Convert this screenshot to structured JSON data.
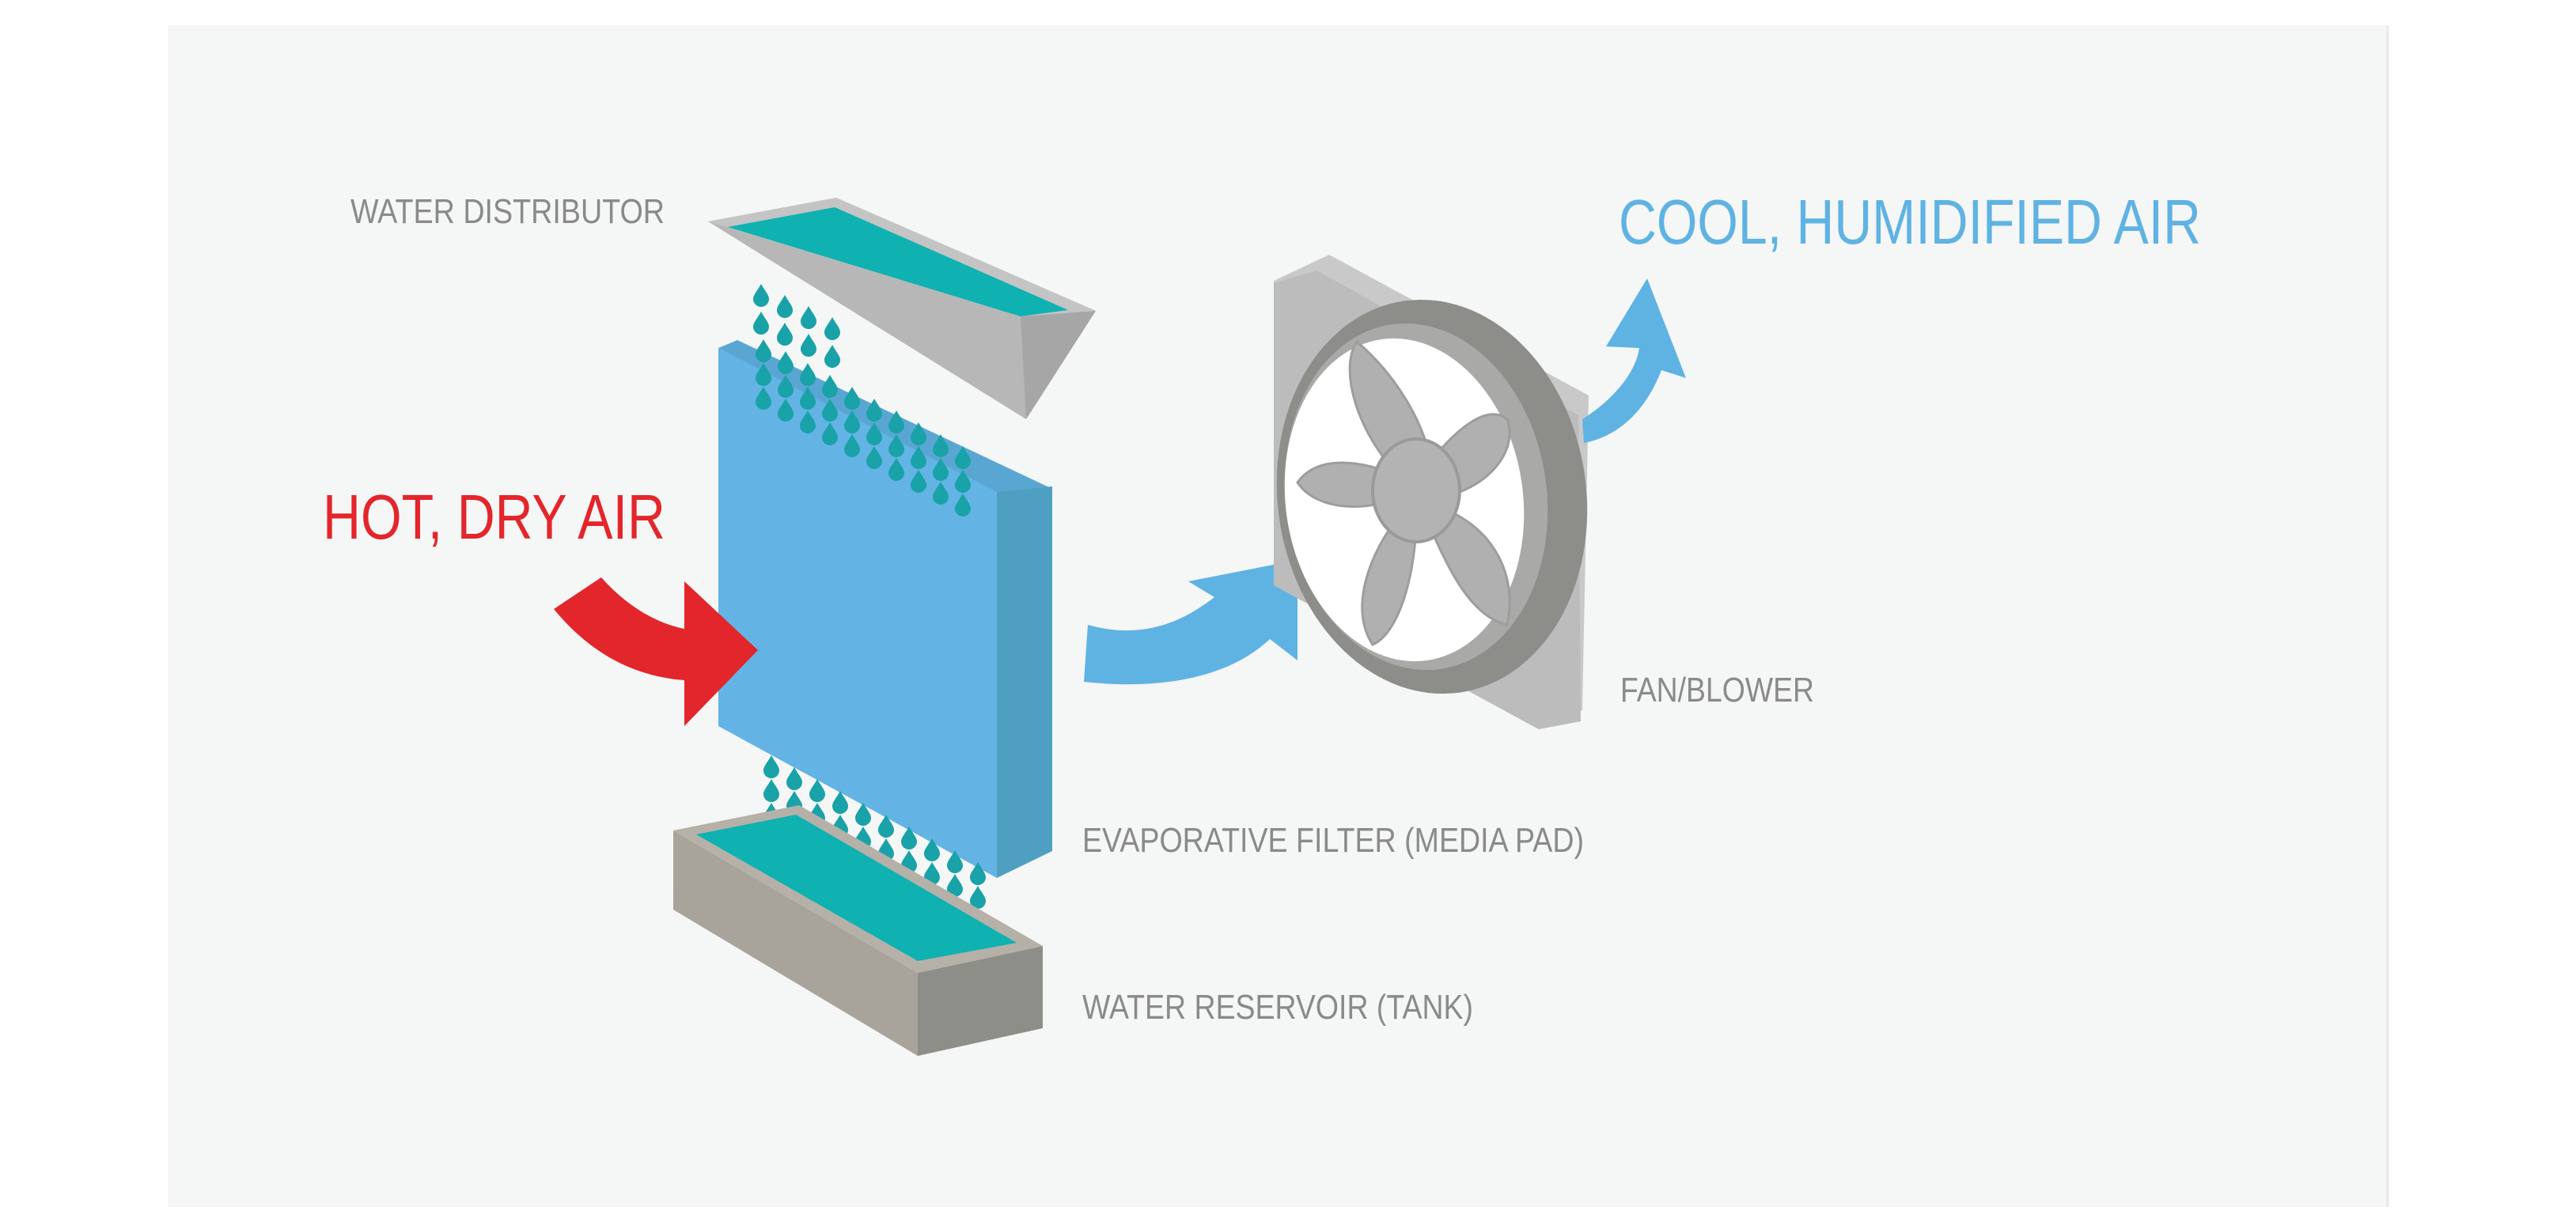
{
  "labels": {
    "water_distributor": "WATER DISTRIBUTOR",
    "hot_dry_air": "HOT, DRY AIR",
    "cool_humidified_air": "COOL, HUMIDIFIED AIR",
    "fan_blower": "FAN/BLOWER",
    "evaporative_filter": "EVAPORATIVE FILTER (MEDIA PAD)",
    "water_reservoir": "WATER RESERVOIR (TANK)"
  },
  "colors": {
    "background_panel": "#f5f6f6",
    "hot_air": "#e3262b",
    "cool_air": "#5fb3e3",
    "water": "#0fb1b1",
    "water_drop": "#19a2a8",
    "media_pad_front": "#63b4e4",
    "media_pad_side": "#4f9fc2",
    "frame_gray": "#b8b8b8",
    "label_gray": "#8a8a8a"
  },
  "icons": {
    "hot_air_arrow": "curved-arrow-icon",
    "cool_air_arrow": "curved-arrow-icon",
    "fan": "fan-icon",
    "water_drop": "water-drop-icon"
  }
}
